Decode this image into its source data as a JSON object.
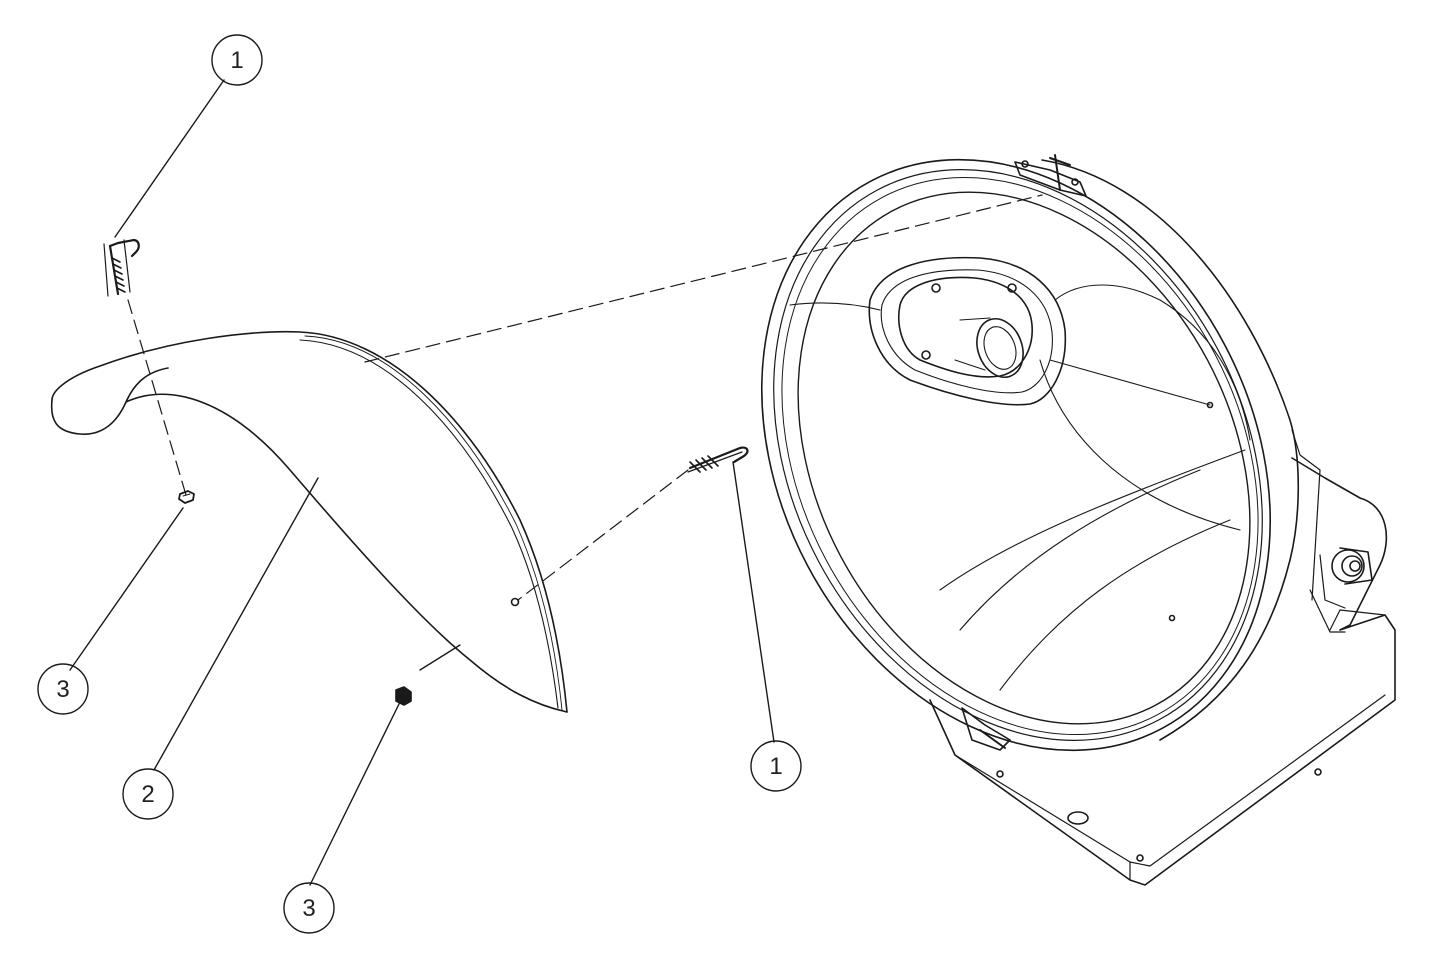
{
  "diagram": {
    "callouts": [
      {
        "id": "callout-1-top",
        "label": "1"
      },
      {
        "id": "callout-1-right",
        "label": "1"
      },
      {
        "id": "callout-2",
        "label": "2"
      },
      {
        "id": "callout-3-left",
        "label": "3"
      },
      {
        "id": "callout-3-bottom",
        "label": "3"
      }
    ],
    "colors": {
      "line": "#1a1a1a",
      "background": "#ffffff"
    }
  }
}
